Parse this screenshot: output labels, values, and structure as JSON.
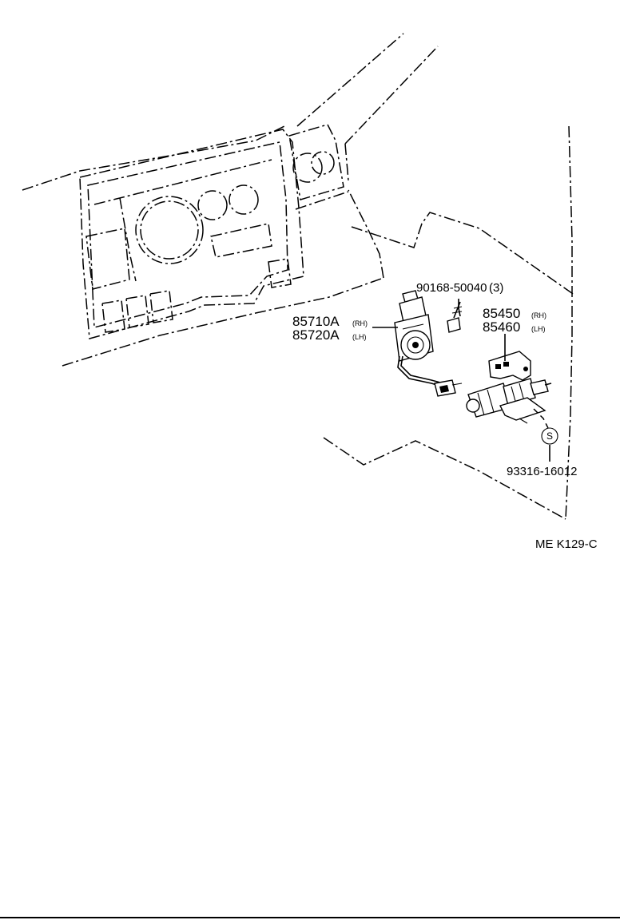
{
  "diagram": {
    "parts": [
      {
        "number": "90168-50040",
        "qty": "(3)"
      },
      {
        "number": "85710A",
        "side": "(RH)"
      },
      {
        "number": "85720A",
        "side": "(LH)"
      },
      {
        "number": "85450",
        "side": "(RH)"
      },
      {
        "number": "85460",
        "side": "(LH)"
      },
      {
        "number": "93316-16012"
      }
    ],
    "symbol_s": "S",
    "figure_code": "ME K129-C"
  }
}
